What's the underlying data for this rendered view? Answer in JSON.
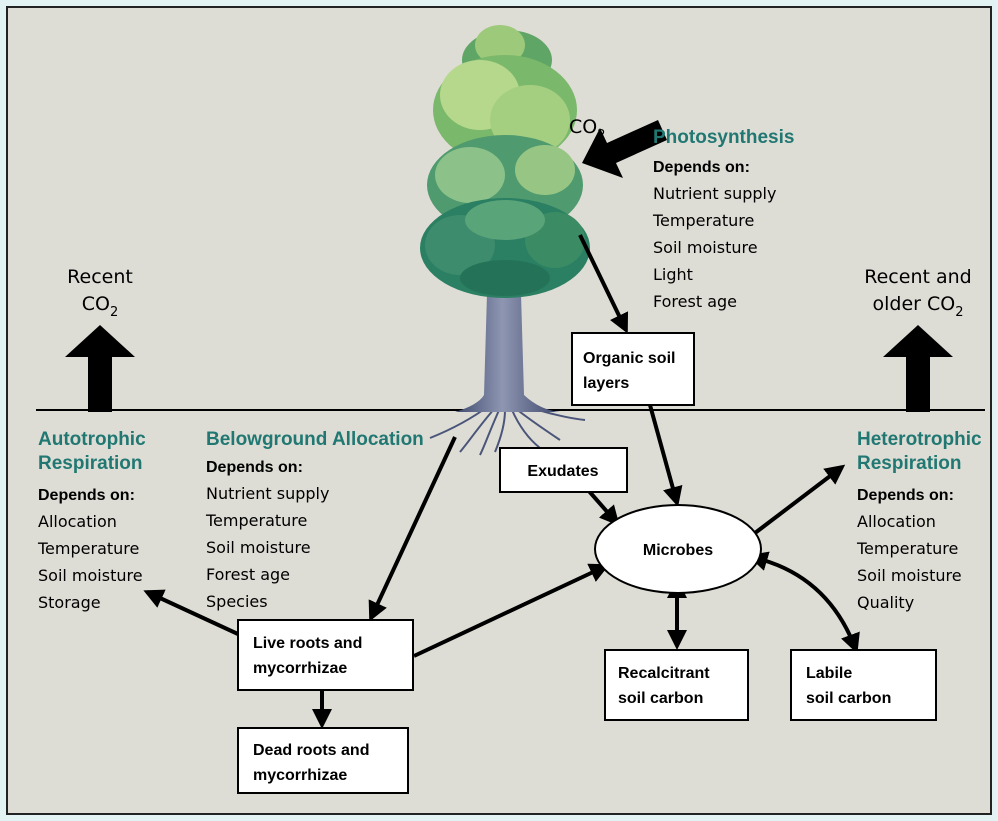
{
  "colors": {
    "outer_bg": "#e3f2f2",
    "panel_bg": "#deddd5",
    "heading": "#217873",
    "arrow": "#000000",
    "trunk": "#5c6a8c",
    "foliage_dark": "#2b7f62",
    "foliage_light": "#a9cf77"
  },
  "tree": {
    "co2_label": "CO",
    "co2_sub": "2"
  },
  "recent_co2": {
    "line1": "Recent",
    "line2_main": "CO",
    "line2_sub": "2"
  },
  "recent_older_co2": {
    "line1": "Recent and",
    "line2_main": "older CO",
    "line2_sub": "2"
  },
  "photosynthesis": {
    "title": "Photosynthesis",
    "depends": "Depends on:",
    "factors": [
      "Nutrient supply",
      "Temperature",
      "Soil moisture",
      "Light",
      "Forest age"
    ]
  },
  "autotrophic": {
    "title_line1": "Autotrophic",
    "title_line2": "Respiration",
    "depends": "Depends on:",
    "factors": [
      "Allocation",
      "Temperature",
      "Soil moisture",
      "Storage"
    ]
  },
  "belowground": {
    "title": "Belowground Allocation",
    "depends": "Depends on:",
    "factors": [
      "Nutrient supply",
      "Temperature",
      "Soil moisture",
      "Forest age",
      "Species"
    ]
  },
  "heterotrophic": {
    "title_line1": "Heterotrophic",
    "title_line2": "Respiration",
    "depends": "Depends on:",
    "factors": [
      "Allocation",
      "Temperature",
      "Soil moisture",
      "Quality"
    ]
  },
  "boxes": {
    "organic_soil": [
      "Organic soil",
      "layers"
    ],
    "exudates": [
      "Exudates"
    ],
    "microbes": [
      "Microbes"
    ],
    "live_roots": [
      "Live roots and",
      "mycorrhizae"
    ],
    "dead_roots": [
      "Dead roots and",
      "mycorrhizae"
    ],
    "recalcitrant": [
      "Recalcitrant",
      "soil carbon"
    ],
    "labile": [
      "Labile",
      "soil carbon"
    ]
  }
}
